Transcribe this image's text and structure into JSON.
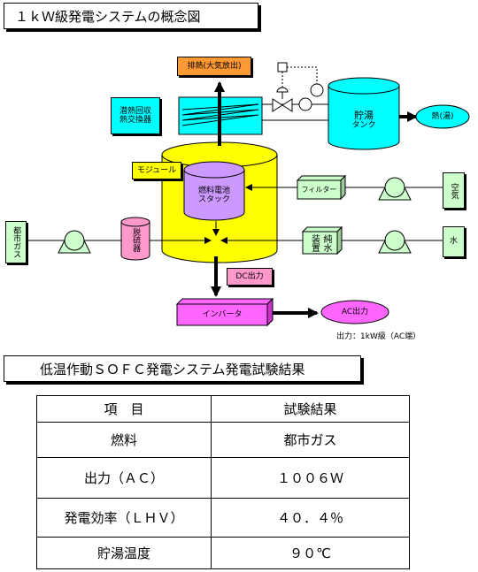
{
  "diagram": {
    "title": "１ｋＷ級発電システムの概念図",
    "exhaust": "排熱(大気放出)",
    "latent_hx": [
      "潜熱回収",
      "熱交換器"
    ],
    "module": "モジュール",
    "stack": [
      "燃料電池",
      "スタック"
    ],
    "tank": [
      "貯湯",
      "タンク"
    ],
    "hot_water": "熱(湯)",
    "filter": "フィルター",
    "air": "空気",
    "city_gas": "都市ガス",
    "desulfurizer": "脱硫器",
    "purifier": [
      "純水",
      "装置"
    ],
    "water": "水",
    "dc_output": "DC出力",
    "inverter": "インバータ",
    "ac_output": "AC出力",
    "output_note": "出力：1kW級（AC端）",
    "colors": {
      "exhaust": "#ff9933",
      "hx": "#00ffff",
      "module": "#ffff00",
      "stack": "#cc99ff",
      "tank": "#00ffff",
      "hot_water": "#00ffff",
      "filter": "#ccffcc",
      "desulfurizer": "#ff99cc",
      "purifier": "#ccffcc",
      "inverter": "#ff66ff",
      "ac": "#ff66ff",
      "dc": "#ff99cc",
      "inlet": "#ccffcc",
      "pump": "#ccffcc"
    }
  },
  "results": {
    "title": "低温作動ＳＯＦＣ発電システム発電試験結果",
    "headers": [
      "項　目",
      "試験結果"
    ],
    "rows": [
      [
        "燃料",
        "都市ガス"
      ],
      [
        "出力（ＡＣ）",
        "１００６Ｗ"
      ],
      [
        "発電効率（ＬＨＶ）",
        "４０．４％"
      ],
      [
        "貯湯温度",
        "９０℃"
      ]
    ]
  }
}
